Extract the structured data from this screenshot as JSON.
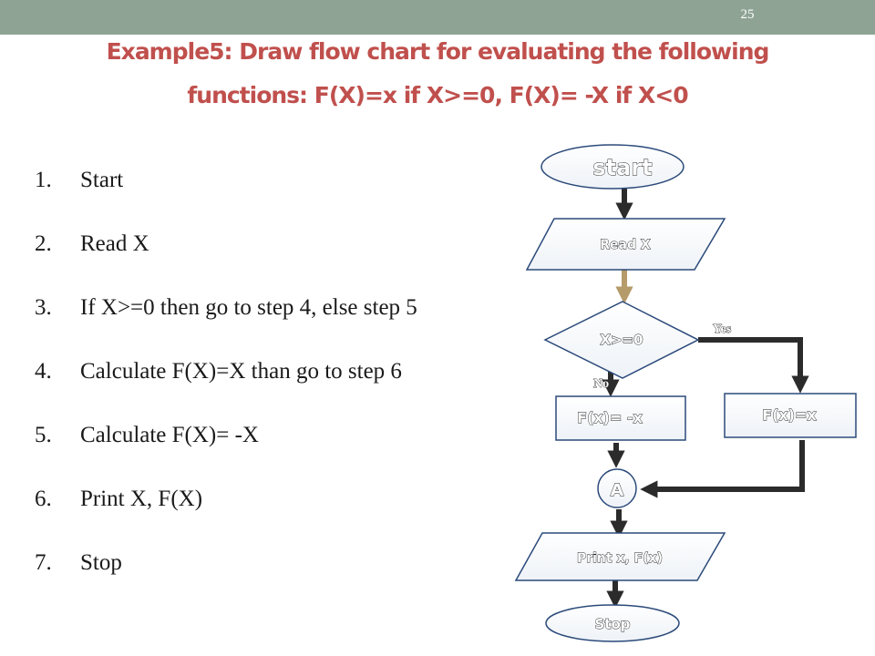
{
  "slide_number": "25",
  "title": {
    "line1": "Example5: Draw flow chart for evaluating the following",
    "line2": "functions: F(X)=x if X>=0, F(X)= -X if X<0"
  },
  "steps": [
    {
      "num": "1.",
      "text": "Start"
    },
    {
      "num": "2.",
      "text": "Read X"
    },
    {
      "num": "3.",
      "text": "If X>=0 then go to step 4, else step 5"
    },
    {
      "num": "4.",
      "text": "Calculate F(X)=X than go to step 6"
    },
    {
      "num": "5.",
      "text": "Calculate F(X)= -X"
    },
    {
      "num": "6.",
      "text": "Print X, F(X)"
    },
    {
      "num": "7.",
      "text": "Stop"
    }
  ],
  "flowchart": {
    "start": "start",
    "read": "Read X",
    "decision": "X>=0",
    "yes_label": "Yes",
    "no_label": "No",
    "no_branch": "F(x)= -x",
    "yes_branch": "F(x)=x",
    "connector": "A",
    "print": "Print x, F(x)",
    "stop": "Stop"
  },
  "colors": {
    "title": "#c0504d",
    "top_bar": "#8ea394",
    "arrow": "#2b2b2b",
    "arrow_highlight": "#b59a6a",
    "shape_stroke": "#2b4a7a"
  }
}
